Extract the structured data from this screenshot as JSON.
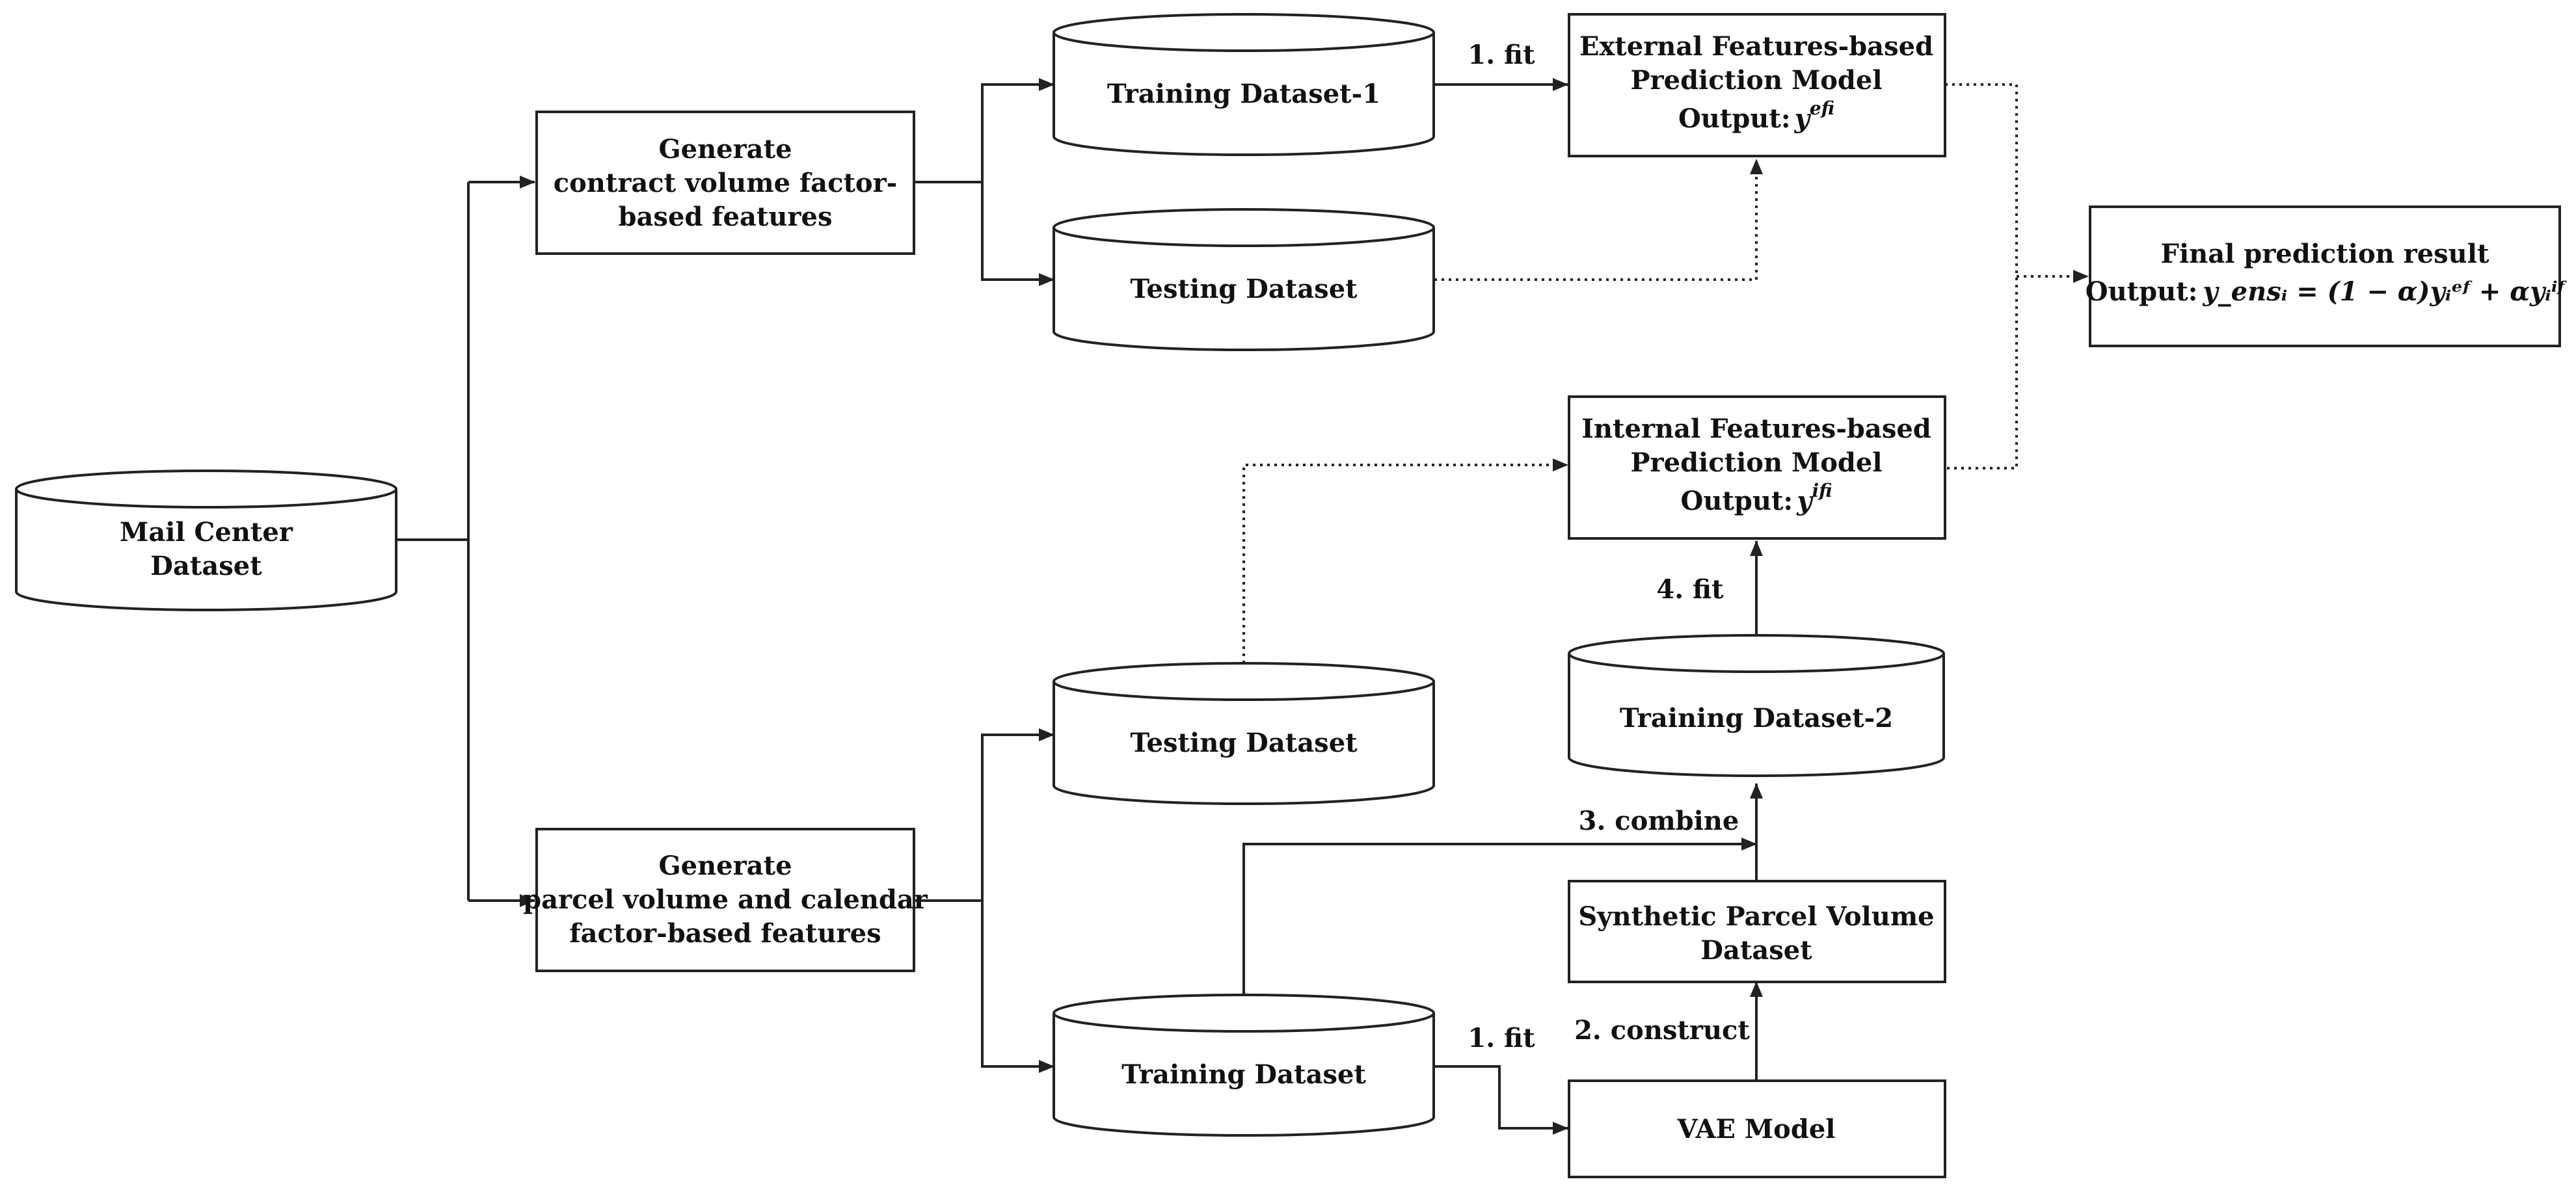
{
  "nodes": {
    "mail_center": {
      "line1": "Mail Center",
      "line2": "Dataset"
    },
    "gen_contract": {
      "line1": "Generate",
      "line2": "contract volume factor-",
      "line3": "based features"
    },
    "gen_parcel": {
      "line1": "Generate",
      "line2": "parcel volume and calendar",
      "line3": "factor-based features"
    },
    "training_ds1": {
      "label": "Training Dataset-1"
    },
    "testing_ds_top": {
      "label": "Testing Dataset"
    },
    "testing_ds_bottom": {
      "label": "Testing Dataset"
    },
    "training_ds_bottom": {
      "label": "Training Dataset"
    },
    "ext_model": {
      "line1": "External Features-based",
      "line2": "Prediction Model",
      "output_prefix": "Output:",
      "output_var": "y",
      "output_sub": "i",
      "output_sup": "ef"
    },
    "int_model": {
      "line1": "Internal Features-based",
      "line2": "Prediction Model",
      "output_prefix": "Output:",
      "output_var": "y",
      "output_sub": "i",
      "output_sup": "if"
    },
    "training_ds2": {
      "label": "Training Dataset-2"
    },
    "synthetic": {
      "line1": "Synthetic Parcel Volume",
      "line2": "Dataset"
    },
    "vae": {
      "label": "VAE Model"
    },
    "final": {
      "line1": "Final prediction result",
      "output_prefix": "Output:",
      "formula": "y_ensᵢ = (1 − α)yᵢᵉᶠ + αyᵢⁱᶠ"
    }
  },
  "edge_labels": {
    "fit_top": "1. fit",
    "fit_bottom": "1. fit",
    "construct": "2. construct",
    "combine": "3. combine",
    "fit4": "4. fit"
  }
}
